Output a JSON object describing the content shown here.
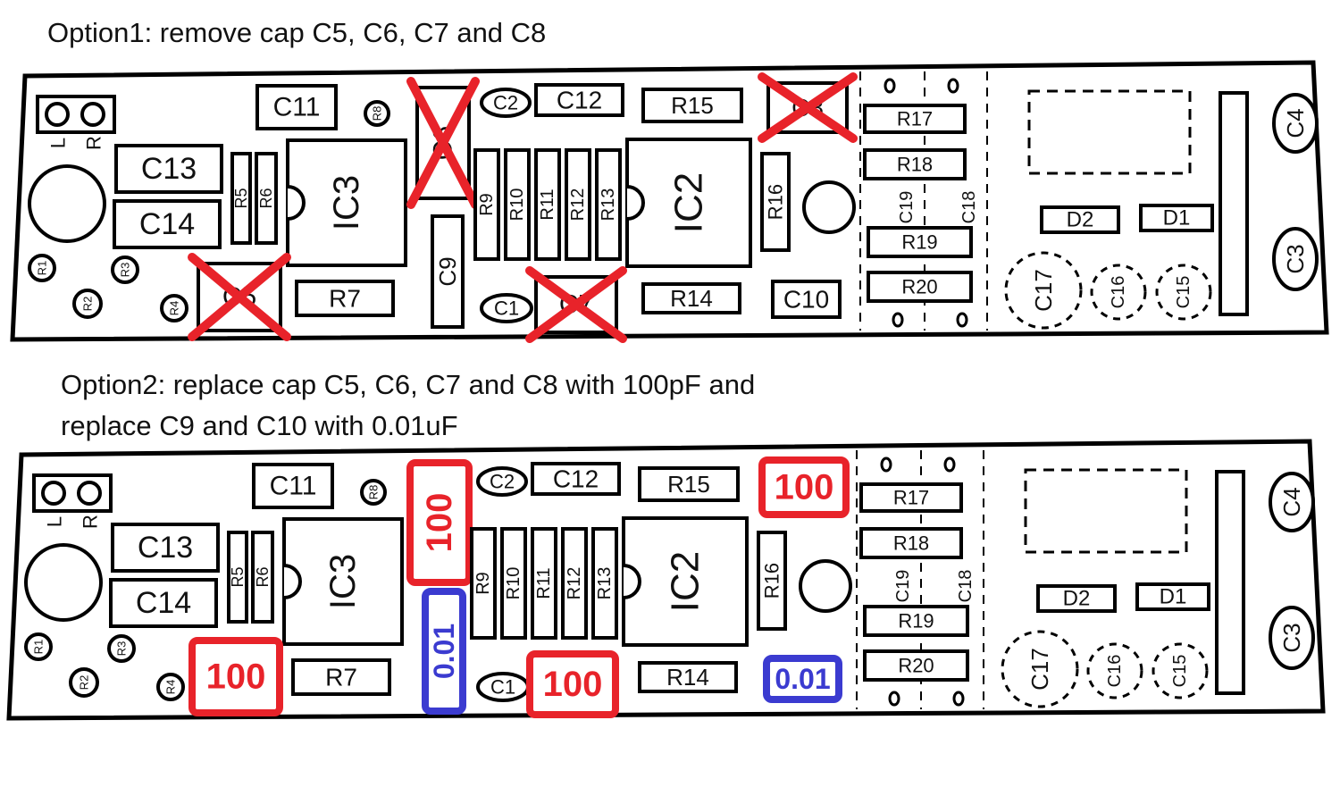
{
  "option1": {
    "caption": "Option1: remove cap C5, C6, C7 and C8",
    "removed": [
      "C5",
      "C6",
      "C7",
      "C8"
    ],
    "cross_color": "#e8232a"
  },
  "option2": {
    "caption_line1": "Option2: replace cap C5, C6, C7 and C8 with 100pF and",
    "caption_line2": "replace C9 and C10 with 0.01uF",
    "replacements": [
      {
        "component": "C5",
        "value": "100",
        "color": "#e8232a"
      },
      {
        "component": "C6",
        "value": "100",
        "color": "#e8232a"
      },
      {
        "component": "C7",
        "value": "100",
        "color": "#e8232a"
      },
      {
        "component": "C8",
        "value": "100",
        "color": "#e8232a"
      },
      {
        "component": "C9",
        "value": "0.01",
        "color": "#3b3bd0"
      },
      {
        "component": "C10",
        "value": "0.01",
        "color": "#3b3bd0"
      }
    ]
  },
  "board_labels": [
    "L",
    "R",
    "C11",
    "R8",
    "C13",
    "C14",
    "R5",
    "R6",
    "IC3",
    "C6",
    "C9",
    "C2",
    "C12",
    "R15",
    "R9",
    "R10",
    "R11",
    "R12",
    "R13",
    "IC2",
    "R16",
    "C8",
    "C5",
    "R7",
    "C1",
    "C7",
    "R14",
    "C10",
    "R1",
    "R2",
    "R3",
    "R4",
    "R17",
    "R18",
    "R19",
    "R20",
    "C19",
    "C18",
    "D2",
    "D1",
    "C17",
    "C16",
    "C15",
    "C4",
    "C3"
  ]
}
